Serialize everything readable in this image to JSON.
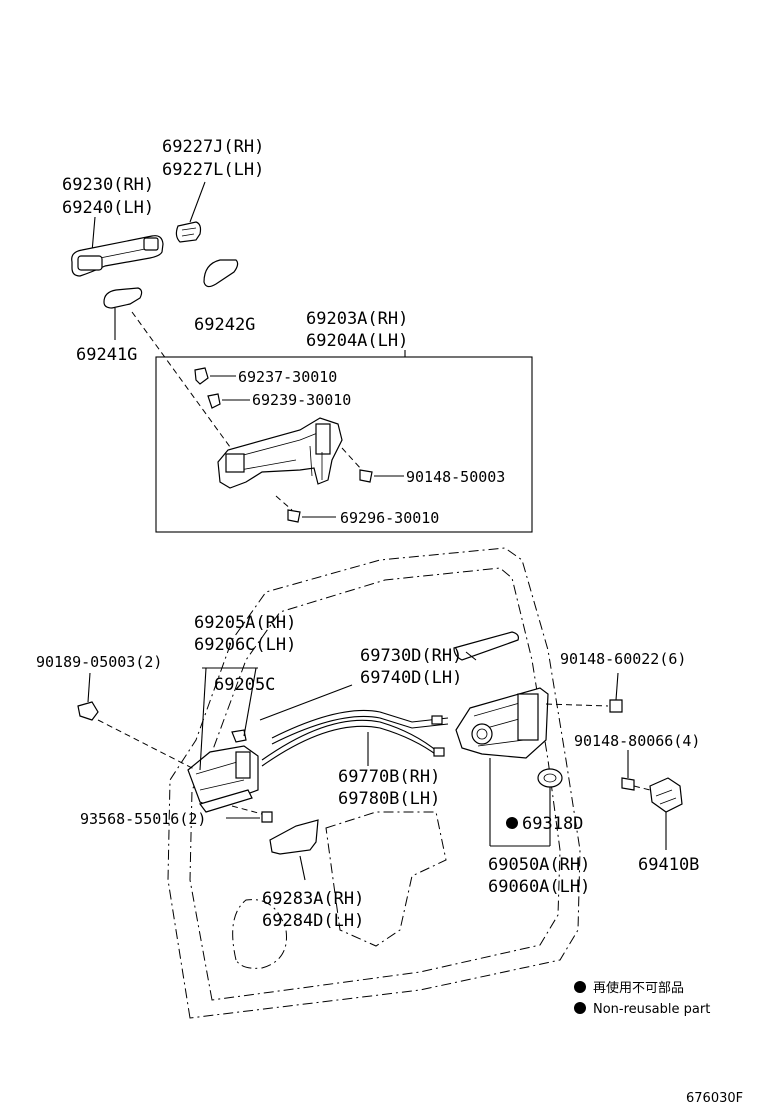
{
  "labels": {
    "l69227j": "69227J(RH)",
    "l69227l": "69227L(LH)",
    "l69230": "69230(RH)",
    "l69240": "69240(LH)",
    "l69242g": "69242G",
    "l69241g": "69241G",
    "l69203a": "69203A(RH)",
    "l69204a": "69204A(LH)",
    "l69237": "69237-30010",
    "l69239": "69239-30010",
    "l90148_50003": "90148-50003",
    "l69296": "69296-30010",
    "l69205a": "69205A(RH)",
    "l69206c": "69206C(LH)",
    "l69205c": "69205C",
    "l90189": "90189-05003(2)",
    "l69730d": "69730D(RH)",
    "l69740d": "69740D(LH)",
    "l90148_60022": "90148-60022(6)",
    "l90148_80066": "90148-80066(4)",
    "l69770b": "69770B(RH)",
    "l69780b": "69780B(LH)",
    "l93568": "93568-55016(2)",
    "l69318d": "69318D",
    "l69410b": "69410B",
    "l69050a": "69050A(RH)",
    "l69060a": "69060A(LH)",
    "l69283a": "69283A(RH)",
    "l69284d": "69284D(LH)"
  },
  "legend": {
    "jp": "再使用不可部品",
    "en": "Non-reusable part"
  },
  "figure_code": "676030F"
}
